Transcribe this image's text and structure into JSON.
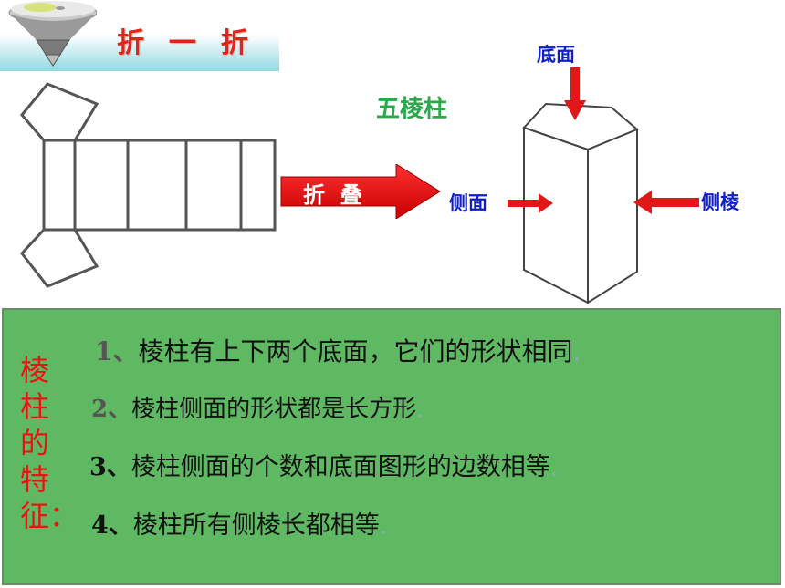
{
  "title": "折  一  折",
  "net_figure": {},
  "fold_arrow": {
    "label": "折  叠",
    "color": "#ee0000"
  },
  "prism": {
    "name": "五棱柱",
    "label_base": "底面",
    "label_side_face": "侧面",
    "label_side_edge": "侧棱"
  },
  "features": {
    "heading_chars": [
      "棱",
      "柱",
      "的",
      "特",
      "征："
    ],
    "items": [
      {
        "num": "1、",
        "text": "棱柱有上下两个底面，它们的形状相同",
        "end": "."
      },
      {
        "num": "2、",
        "text": "棱柱侧面的形状都是长方形",
        "end": "."
      },
      {
        "num": "3、",
        "text": "棱柱侧面的个数和底面图形的边数相等",
        "end": "."
      },
      {
        "num": "4、",
        "text": "棱柱所有侧棱长都相等",
        "end": "."
      }
    ]
  },
  "colors": {
    "title_red": "#e8221a",
    "panel_green": "#5fb862",
    "label_blue": "#1020c8",
    "prism_name_green": "#2aa84a"
  }
}
